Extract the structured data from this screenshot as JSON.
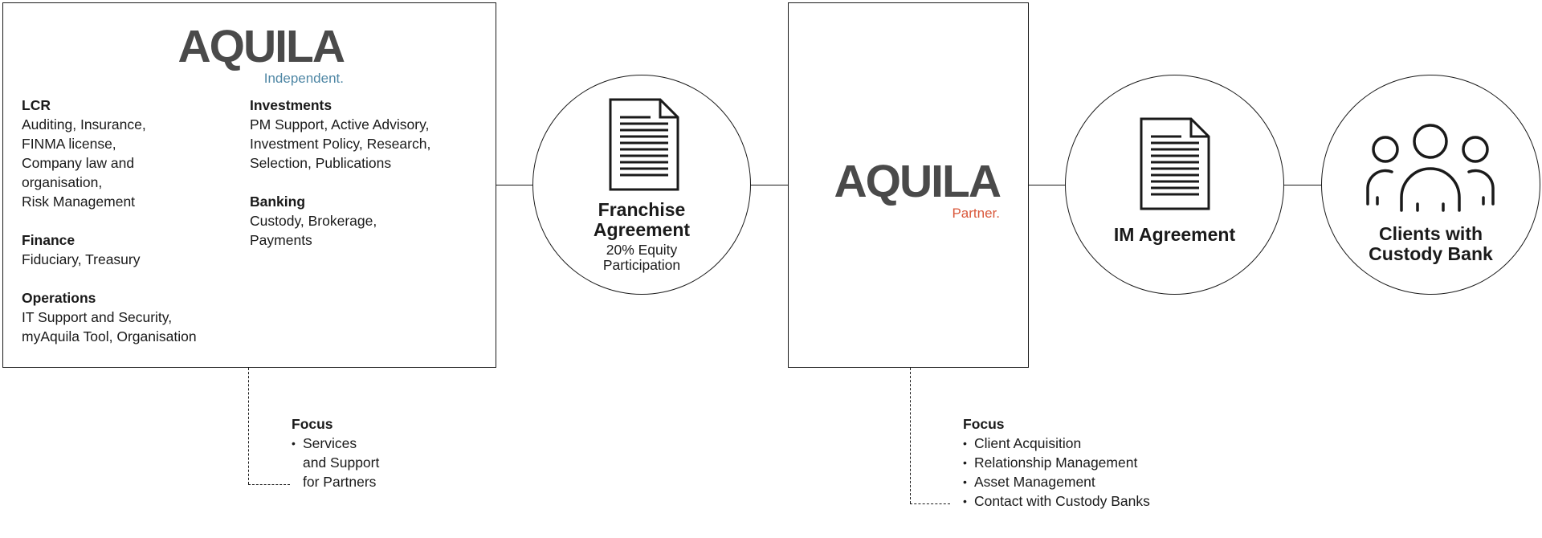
{
  "independent": {
    "logo_word": "AQUILA",
    "logo_sub": "Independent.",
    "sections": [
      {
        "title": "LCR",
        "body": "Auditing, Insurance,\nFINMA license,\nCompany law and\norganisation,\nRisk Management"
      },
      {
        "title": "Finance",
        "body": "Fiduciary, Treasury"
      },
      {
        "title": "Operations",
        "body": "IT Support and Security,\nmyAquila Tool, Organisation"
      },
      {
        "title": "Investments",
        "body": "PM Support, Active Advisory,\nInvestment Policy, Research,\nSelection, Publications"
      },
      {
        "title": "Banking",
        "body": "Custody, Brokerage,\nPayments"
      }
    ],
    "focus": {
      "title": "Focus",
      "items": [
        "Services\nand Support\nfor Partners"
      ]
    }
  },
  "franchise": {
    "title": "Franchise\nAgreement",
    "subtitle": "20% Equity\nParticipation",
    "icon": "document-icon"
  },
  "partner": {
    "logo_word": "AQUILA",
    "logo_sub": "Partner.",
    "focus": {
      "title": "Focus",
      "items": [
        "Client Acquisition",
        "Relationship Management",
        "Asset Management",
        "Contact with Custody Banks"
      ]
    }
  },
  "im_agreement": {
    "title": "IM Agreement",
    "icon": "document-icon"
  },
  "clients": {
    "title": "Clients with\nCustody Bank",
    "icon": "people-icon"
  },
  "colors": {
    "independent_accent": "#4f87a5",
    "partner_accent": "#d9573a",
    "logo_gray": "#4a4a4a",
    "stroke": "#1a1a1a"
  }
}
